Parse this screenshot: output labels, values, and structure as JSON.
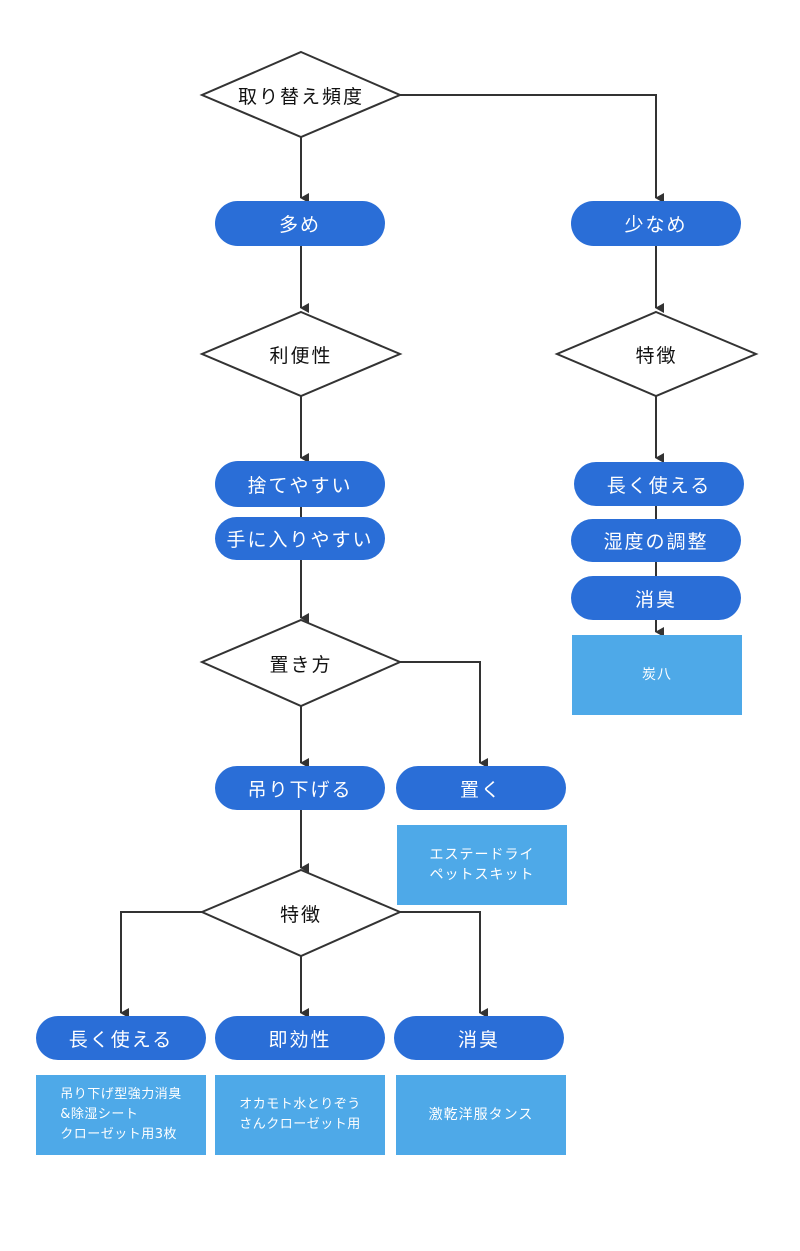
{
  "diagram": {
    "colors": {
      "pill": "#2a6ed7",
      "result_box": "#4ea9e8",
      "line": "#333333",
      "diamond_border": "#333333"
    },
    "decisions": {
      "replacement_frequency": "取り替え頻度",
      "convenience": "利便性",
      "placement": "置き方",
      "feature_frequent": "特徴",
      "feature_hanging": "特徴"
    },
    "options": {
      "frequent": "多め",
      "infrequent": "少なめ",
      "easy_to_dispose": "捨てやすい",
      "easy_to_obtain": "手に入りやすい",
      "long_lasting_right": "長く使える",
      "humidity_control": "湿度の調整",
      "deodorize_right": "消臭",
      "hanging": "吊り下げる",
      "placing": "置く",
      "long_lasting_left": "長く使える",
      "fast_acting": "即効性",
      "deodorize_left": "消臭"
    },
    "results": {
      "charcoal": [
        "炭八"
      ],
      "estee": [
        "エステードライ",
        "ペットスキット"
      ],
      "hanging_sheet": [
        "吊り下げ型強力消臭",
        "&除湿シート",
        "クローゼット用3枚"
      ],
      "okamoto": [
        "オカモト水とりぞう",
        "さんクローゼット用"
      ],
      "gekikan": [
        "激乾洋服タンス"
      ]
    }
  }
}
